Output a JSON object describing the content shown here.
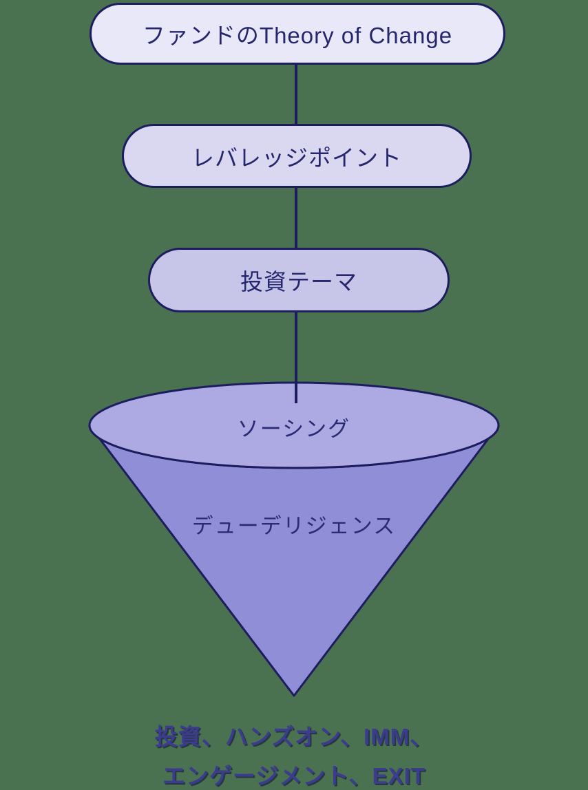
{
  "colors": {
    "background": "#4a7150",
    "outline": "#1c1c5e",
    "node_text": "#26266e",
    "funnel_label_text": "#2b2b74",
    "footer_text": "#3c3c8f",
    "node1_fill": "#e9e8f8",
    "node2_fill": "#d9d8f0",
    "node3_fill": "#c7c6e9",
    "funnel_top_fill": "#aca9e3",
    "funnel_body_fill": "#918ed8"
  },
  "diagram": {
    "nodes": [
      {
        "label": "ファンドのTheory of Change"
      },
      {
        "label": "レバレッジポイント"
      },
      {
        "label": "投資テーマ"
      }
    ],
    "funnel": {
      "top_label": "ソーシング",
      "body_label": "デューデリジェンス"
    },
    "footer": {
      "line1": "投資、ハンズオン、IMM、",
      "line2": "エンゲージメント、EXIT"
    }
  }
}
